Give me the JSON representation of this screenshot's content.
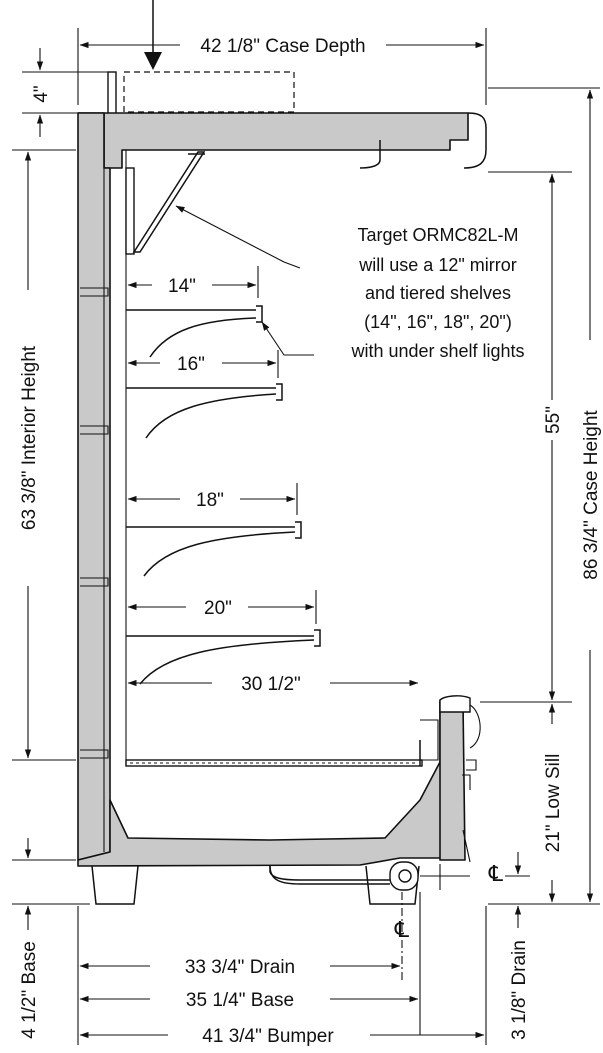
{
  "dimensions": {
    "case_depth": "42 1/8\" Case Depth",
    "top": "4\"",
    "interior_height": "63 3/8\" Interior Height",
    "case_height": "86 3/4\" Case Height",
    "opening": "55\"",
    "low_sill": "21\" Low Sill",
    "base": "4 1/2\" Base",
    "drain_height": "3 1/8\" Drain",
    "drain": "33 3/4\" Drain",
    "base_depth": "35 1/4\" Base",
    "bumper": "41 3/4\" Bumper",
    "shelf_14": "14\"",
    "shelf_16": "16\"",
    "shelf_18": "18\"",
    "shelf_20": "20\"",
    "deck": "30 1/2\""
  },
  "note": {
    "line1": "Target ORMC82L-M",
    "line2": "will use a 12\" mirror",
    "line3": "and tiered shelves",
    "line4": "(14\", 16\", 18\", 20\")",
    "line5": "with under shelf lights"
  },
  "centerline": {
    "symbol_1": "℄",
    "symbol_2": "℄"
  }
}
